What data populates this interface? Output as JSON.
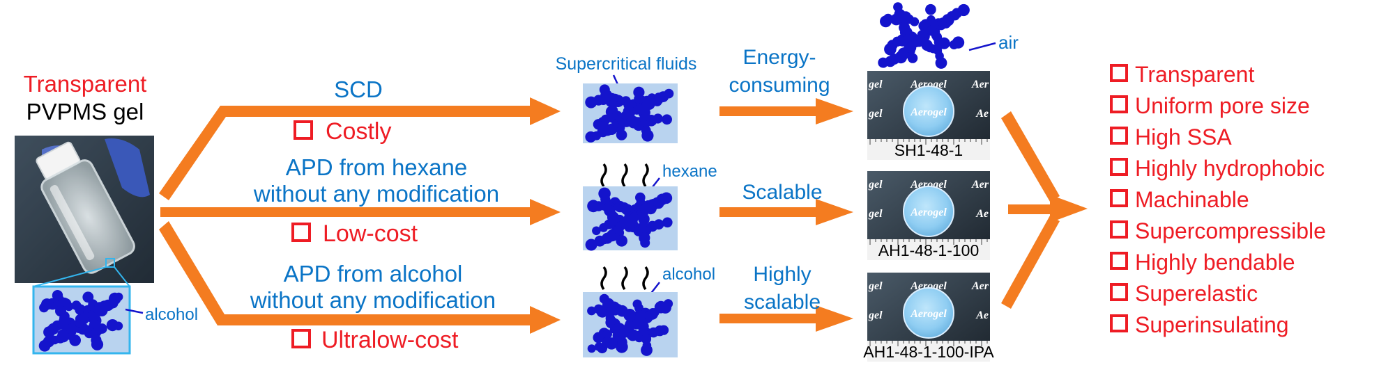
{
  "colors": {
    "arrow": "#f47c20",
    "blue_text": "#0a74c6",
    "red": "#ee1c24",
    "network": "#1414cc",
    "box_fill": "#b9d3ef",
    "box_border": "#33b5ee",
    "black": "#000000"
  },
  "icons": {
    "checkbox": "square-outline-icon",
    "polymer": "polymer-network-icon",
    "solvent": "wavy-molecule-icon"
  },
  "gel": {
    "title_line1": "Transparent",
    "title_line2": "PVPMS gel",
    "inset_label": "alcohol"
  },
  "routes": [
    {
      "method": "SCD",
      "cost": "Costly",
      "network_label": "Supercritical fluids",
      "step_label": "Energy-\nconsuming",
      "sample_id": "SH1-48-1"
    },
    {
      "method": "APD from hexane\nwithout any modification",
      "cost": "Low-cost",
      "network_label": "hexane",
      "step_label": "Scalable",
      "sample_id": "AH1-48-1-100"
    },
    {
      "method": "APD from alcohol\nwithout any modification",
      "cost": "Ultralow-cost",
      "network_label": "alcohol",
      "step_label": "Highly\nscalable",
      "sample_id": "AH1-48-1-100-IPA"
    }
  ],
  "air_label": "air",
  "sample_photo_text": "Aerogel",
  "properties": [
    "Transparent",
    "Uniform pore size",
    "High SSA",
    "Highly hydrophobic",
    "Machinable",
    "Supercompressible",
    "Highly bendable",
    "Superelastic",
    "Superinsulating"
  ]
}
